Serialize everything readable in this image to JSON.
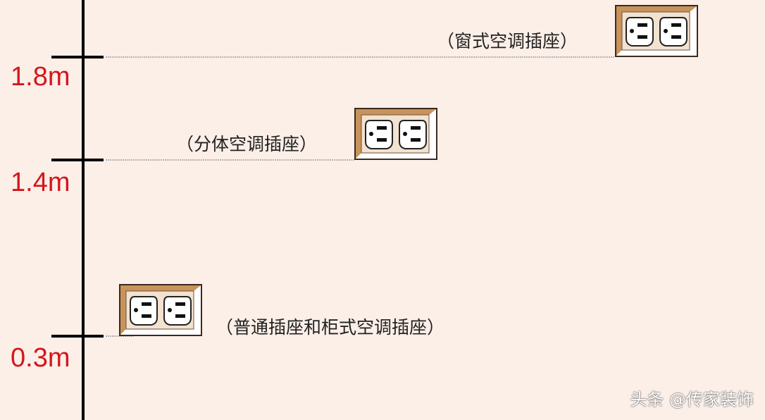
{
  "heights": [
    {
      "label": "1.8m",
      "caption": "（窗式空调插座）"
    },
    {
      "label": "1.4m",
      "caption": "（分体空调插座）"
    },
    {
      "label": "0.3m",
      "caption": "（普通插座和柜式空调插座）"
    }
  ],
  "watermark": "头条 @传家装饰",
  "colors": {
    "label": "#d4161c",
    "frame": "#c8935a",
    "background": "#fbefe8"
  }
}
